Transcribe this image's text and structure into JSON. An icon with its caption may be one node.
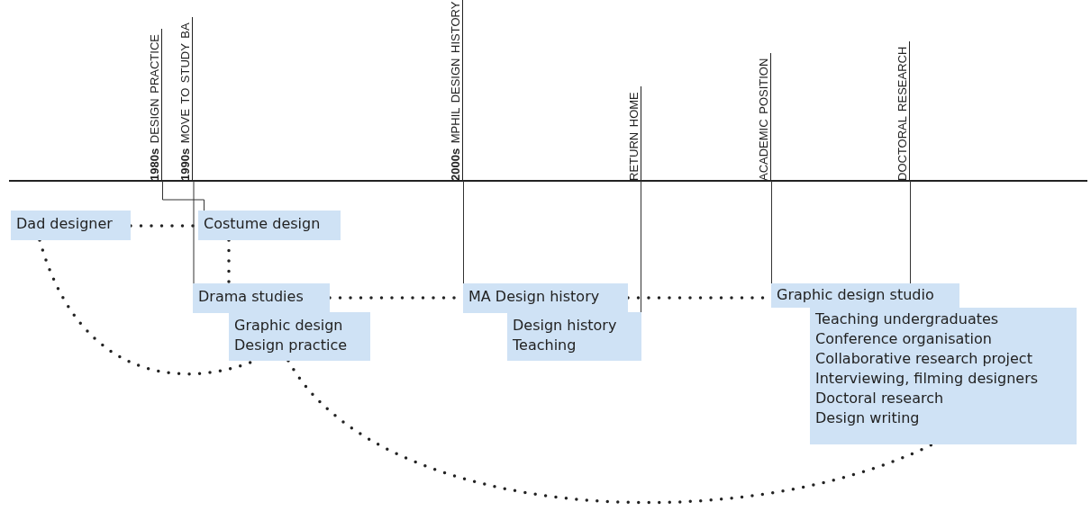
{
  "diagram": {
    "nodes": [
      {
        "text": [
          "Dad designer"
        ]
      },
      {
        "text": [
          "Costume design"
        ]
      },
      {
        "text": [
          "Drama studies"
        ]
      },
      {
        "text": [
          "Graphic design",
          "Design practice"
        ]
      },
      {
        "text": [
          "MA Design history"
        ]
      },
      {
        "text": [
          "Design history",
          "Teaching"
        ]
      },
      {
        "text": [
          "Graphic design studio"
        ]
      },
      {
        "text": [
          "Teaching undergraduates",
          "Conference organisation",
          "Collaborative research project",
          "Interviewing, filming designers",
          "Doctoral research",
          "Design writing"
        ]
      },
      {
        "text": [
          "**1980s** DESIGN PRACTICE"
        ]
      },
      {
        "text": [
          "**1990s** MOVE TO STUDY BA"
        ]
      },
      {
        "text": [
          "**2000s** MPHIL DESIGN HISTORY"
        ]
      },
      {
        "text": [
          "RETURN HOME"
        ]
      },
      {
        "text": [
          "ACADEMIC POSITION"
        ]
      },
      {
        "text": [
          "DOCTORAL RESEARCH"
        ]
      }
    ],
    "edges": [
      {
        "from": 0,
        "to": 1,
        "arrow": "none",
        "style": "dashed"
      },
      {
        "from": 1,
        "to": 2,
        "arrow": "none",
        "style": "dashed"
      },
      {
        "from": 0,
        "to": 3,
        "arrow": "none",
        "style": "dashed"
      },
      {
        "from": 2,
        "to": 4,
        "arrow": "none",
        "style": "dashed"
      },
      {
        "from": 4,
        "to": 6,
        "arrow": "none",
        "style": "dashed"
      },
      {
        "from": 3,
        "to": 7,
        "arrow": "none",
        "style": "dashed"
      },
      {
        "from": 8,
        "to": 1,
        "arrow": "none"
      },
      {
        "from": 9,
        "to": 2,
        "arrow": "none"
      },
      {
        "from": 10,
        "to": 4,
        "arrow": "none"
      },
      {
        "from": 11,
        "to": 5,
        "arrow": "none"
      },
      {
        "from": 12,
        "to": 6,
        "arrow": "none"
      },
      {
        "from": 13,
        "to": 6,
        "arrow": "none"
      }
    ]
  }
}
